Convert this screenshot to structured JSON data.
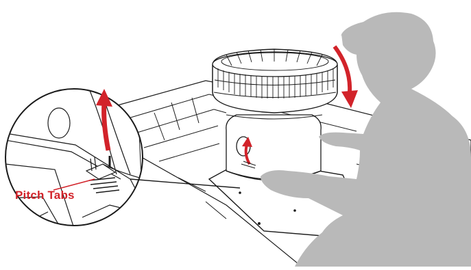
{
  "callout": {
    "label": "Pitch Tabs"
  },
  "colors": {
    "accent": "#d2232a",
    "silhouette": "#b9b9b9",
    "line": "#1a1a1a"
  },
  "icons": [
    "red-rotation-arrow",
    "roof-vent",
    "technician-silhouette",
    "magnifier-circle"
  ]
}
